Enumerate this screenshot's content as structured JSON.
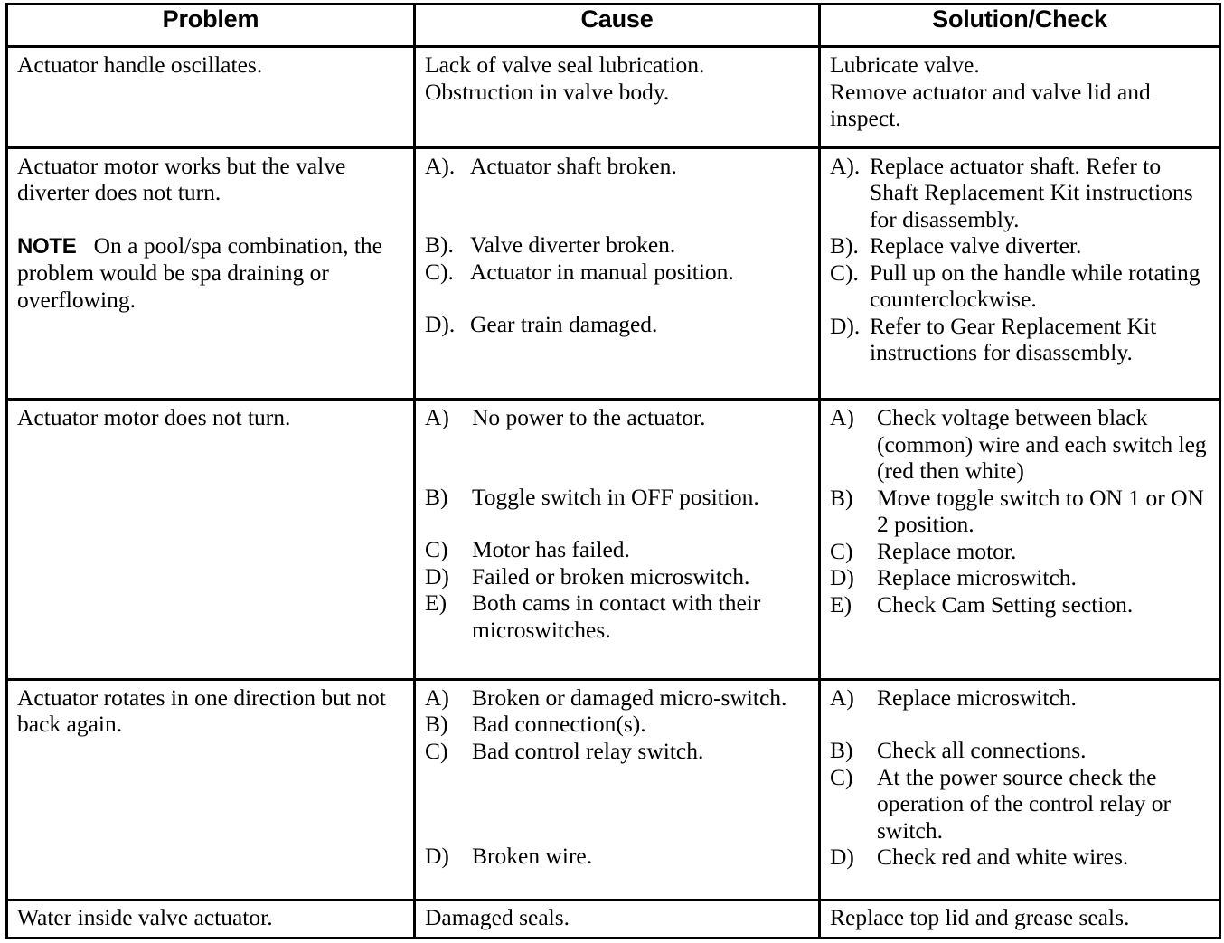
{
  "table": {
    "headers": [
      "Problem",
      "Cause",
      "Solution/Check"
    ],
    "rows": [
      {
        "problem": {
          "lines": [
            "Actuator handle oscillates."
          ]
        },
        "cause": {
          "lines": [
            "Lack of valve seal lubrication.",
            "Obstruction in valve body."
          ]
        },
        "solution": {
          "lines": [
            "Lubricate valve.",
            "Remove actuator and valve lid and inspect."
          ]
        }
      },
      {
        "problem": {
          "lines": [
            "Actuator motor works but the valve diverter does not turn."
          ],
          "note_label": "NOTE",
          "note_text": "On a pool/spa combination, the problem would be spa draining or overflowing."
        },
        "cause": {
          "items": [
            {
              "marker": "A).",
              "text": "Actuator shaft broken."
            },
            {
              "marker": "B).",
              "text": "Valve diverter broken."
            },
            {
              "marker": "C).",
              "text": "Actuator in manual position."
            },
            {
              "marker": "D).",
              "text": "Gear train damaged."
            }
          ]
        },
        "solution": {
          "items": [
            {
              "marker": "A).",
              "text": "Replace actuator shaft. Refer to Shaft Replacement Kit instructions for disassembly."
            },
            {
              "marker": "B).",
              "text": "Replace valve diverter."
            },
            {
              "marker": "C).",
              "text": "Pull up on the handle while rotating counterclockwise."
            },
            {
              "marker": "D).",
              "text": "Refer to Gear Replacement Kit instructions for disassembly."
            }
          ]
        }
      },
      {
        "problem": {
          "lines": [
            "Actuator motor does not turn."
          ]
        },
        "cause": {
          "items": [
            {
              "marker": "A)",
              "text": "No power to the actuator."
            },
            {
              "marker": "B)",
              "text": "Toggle switch in OFF position."
            },
            {
              "marker": "C)",
              "text": "Motor has failed."
            },
            {
              "marker": "D)",
              "text": "Failed or broken microswitch."
            },
            {
              "marker": "E)",
              "text": "Both cams in contact with their microswitches."
            }
          ]
        },
        "solution": {
          "items": [
            {
              "marker": "A)",
              "text": "Check voltage between black (common) wire and each switch leg (red then white)"
            },
            {
              "marker": "B)",
              "text": "Move toggle switch to ON 1 or ON 2 position."
            },
            {
              "marker": "C)",
              "text": "Replace motor."
            },
            {
              "marker": "D)",
              "text": "Replace microswitch."
            },
            {
              "marker": "E)",
              "text": "Check Cam Setting section."
            }
          ]
        }
      },
      {
        "problem": {
          "lines": [
            "Actuator rotates in one direction but not back again."
          ]
        },
        "cause": {
          "items": [
            {
              "marker": "A)",
              "text": "Broken or damaged micro-switch."
            },
            {
              "marker": "B)",
              "text": "Bad connection(s)."
            },
            {
              "marker": "C)",
              "text": "Bad control relay switch."
            },
            {
              "marker": "D)",
              "text": "Broken wire."
            }
          ]
        },
        "solution": {
          "items": [
            {
              "marker": "A)",
              "text": "Replace microswitch."
            },
            {
              "marker": "B)",
              "text": "Check all connections."
            },
            {
              "marker": "C)",
              "text": "At the power source check the operation of the control relay or switch."
            },
            {
              "marker": "D)",
              "text": "Check red and white wires."
            }
          ]
        }
      },
      {
        "problem": {
          "lines": [
            "Water inside valve actuator."
          ]
        },
        "cause": {
          "lines": [
            "Damaged seals."
          ]
        },
        "solution": {
          "lines": [
            "Replace top lid and grease seals."
          ]
        }
      }
    ]
  }
}
